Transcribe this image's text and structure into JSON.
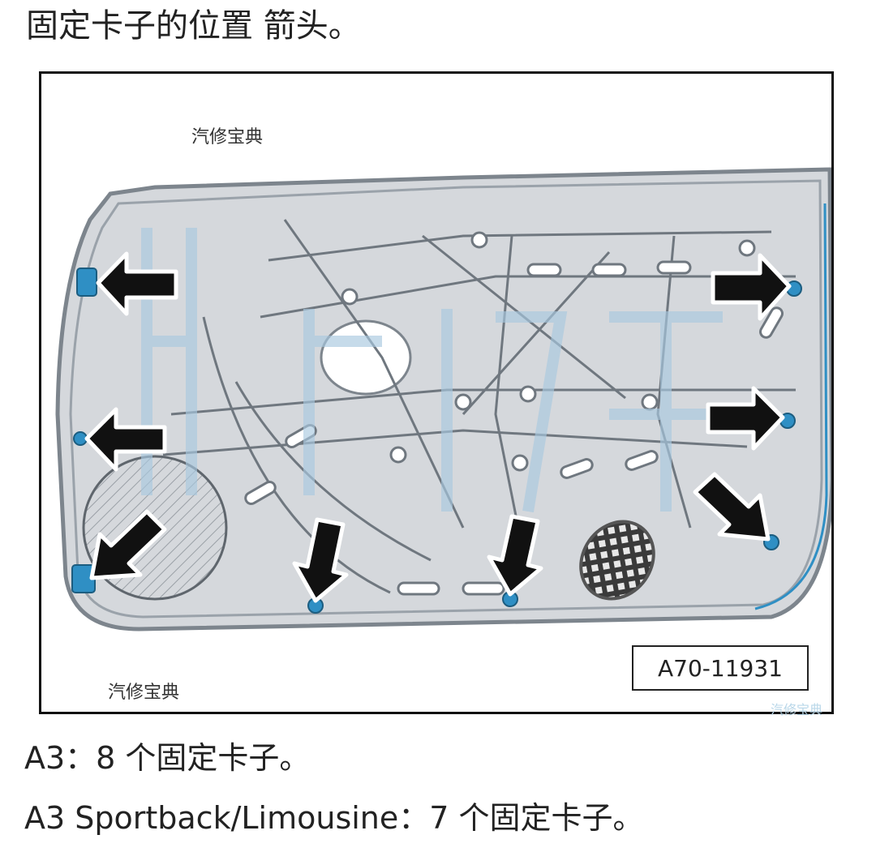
{
  "heading": "固定卡子的位置 箭头。",
  "figure": {
    "watermark_top": "汽修宝典",
    "watermark_bottom": "汽修宝典",
    "reference_code": "A70-11931",
    "corner_watermark": "汽修宝典",
    "colors": {
      "panel_fill": "#d5d8dc",
      "panel_stroke": "#7d858d",
      "clip_color": "#2f8fc4",
      "arrow_fill": "#111111",
      "arrow_outline": "#ffffff",
      "watermark_blue": "#a9c9e0"
    }
  },
  "notes": [
    "A3：8 个固定卡子。",
    "A3 Sportback/Limousine：7 个固定卡子。"
  ]
}
